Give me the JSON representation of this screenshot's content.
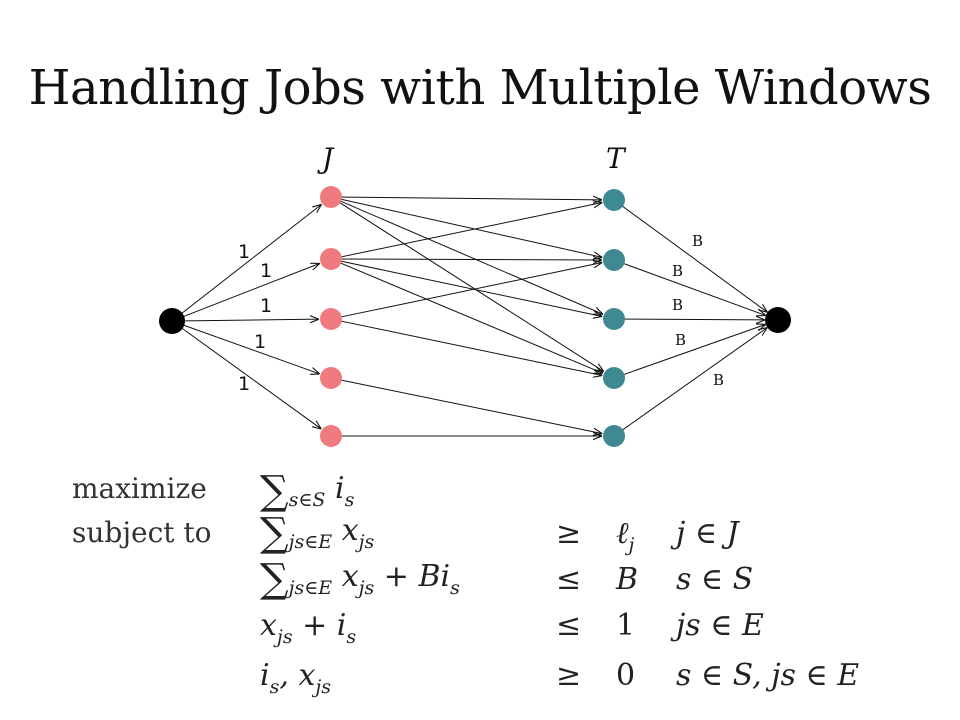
{
  "title": "Handling Jobs with Multiple Windows",
  "diagram": {
    "set_labels": {
      "jobs": "J",
      "slots": "T"
    },
    "source_edge_labels": [
      "1",
      "1",
      "1",
      "1",
      "1"
    ],
    "sink_edge_labels": [
      "B",
      "B",
      "B",
      "B",
      "B"
    ],
    "colors": {
      "job_node": "#f07a80",
      "slot_node": "#3f8a92",
      "terminal_node": "#000000",
      "edge": "#111111"
    },
    "job_to_slot_edges": [
      [
        0,
        0
      ],
      [
        0,
        1
      ],
      [
        0,
        2
      ],
      [
        0,
        3
      ],
      [
        1,
        0
      ],
      [
        1,
        1
      ],
      [
        1,
        2
      ],
      [
        1,
        3
      ],
      [
        2,
        1
      ],
      [
        2,
        3
      ],
      [
        3,
        4
      ],
      [
        4,
        4
      ]
    ]
  },
  "lp": {
    "keywords": {
      "maximize": "maximize",
      "subject_to": "subject to"
    },
    "objective": {
      "sum_sub": "s∈S",
      "term": "i",
      "term_sub": "s"
    },
    "constraints": [
      {
        "sum_sub": "js∈E",
        "lhs_var": "x",
        "lhs_var_sub": "js",
        "lhs_extra": "",
        "lhs_extra_sub": "",
        "rel": "≥",
        "rhs": "ℓ",
        "rhs_sub": "j",
        "dom": "j ∈ J"
      },
      {
        "sum_sub": "js∈E",
        "lhs_var": "x",
        "lhs_var_sub": "js",
        "lhs_extra": " + Bi",
        "lhs_extra_sub": "s",
        "rel": "≤",
        "rhs": "B",
        "rhs_sub": "",
        "dom": "s ∈ S"
      },
      {
        "lhs_a": "x",
        "lhs_a_sub": "js",
        "lhs_b": " + i",
        "lhs_b_sub": "s",
        "rel": "≤",
        "rhs": "1",
        "dom": "js ∈ E"
      },
      {
        "lhs_a": "i",
        "lhs_a_sub": "s",
        "lhs_b": ", x",
        "lhs_b_sub": "js",
        "rel": "≥",
        "rhs": "0",
        "dom": "s ∈ S, js ∈ E"
      }
    ]
  }
}
